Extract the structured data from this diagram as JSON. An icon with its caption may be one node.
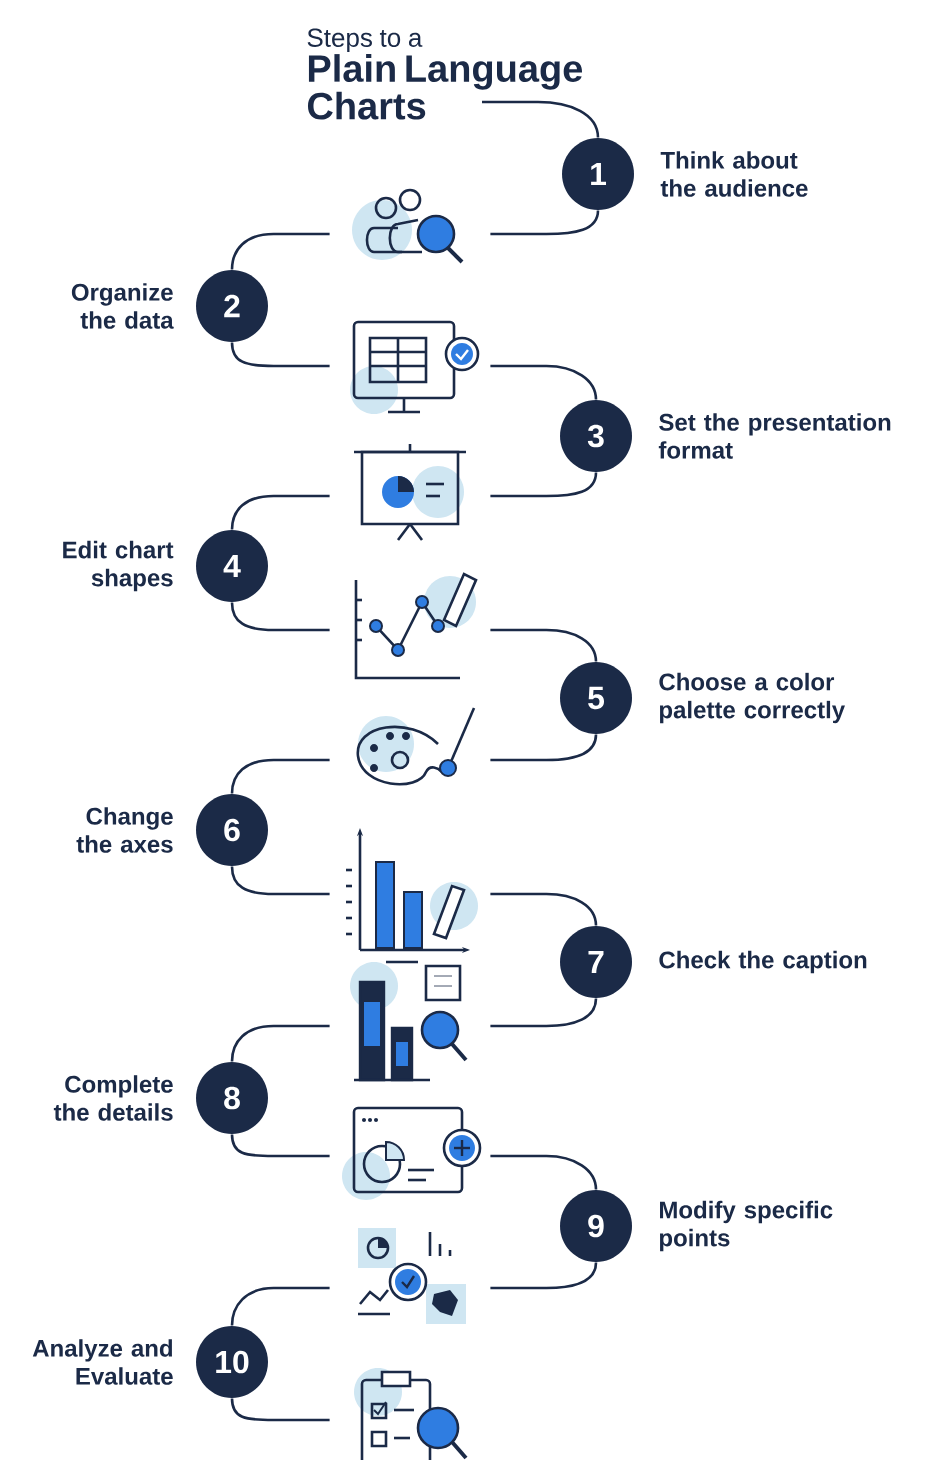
{
  "diagram": {
    "nodes": [
      {
        "text": [
          "Steps to a",
          "Plain Language Charts"
        ]
      },
      {
        "text": [
          "1"
        ],
        "beside": [
          "Think about the audience"
        ]
      },
      {
        "text": [],
        "shape": "picture"
      },
      {
        "text": [
          "2"
        ],
        "beside": [
          "Organize the data"
        ]
      },
      {
        "text": [],
        "shape": "picture"
      },
      {
        "text": [
          "3"
        ],
        "beside": [
          "Set the presentation format"
        ]
      },
      {
        "text": [],
        "shape": "picture"
      },
      {
        "text": [
          "4"
        ],
        "beside": [
          "Edit chart shapes"
        ]
      },
      {
        "text": [],
        "shape": "picture"
      },
      {
        "text": [
          "5"
        ],
        "beside": [
          "Choose a color palette correctly"
        ]
      },
      {
        "text": [],
        "shape": "picture"
      },
      {
        "text": [
          "6"
        ],
        "beside": [
          "Change the axes"
        ]
      },
      {
        "text": [],
        "shape": "picture"
      },
      {
        "text": [
          "7"
        ],
        "beside": [
          "Check the caption"
        ]
      },
      {
        "text": [],
        "shape": "picture"
      },
      {
        "text": [
          "8"
        ],
        "beside": [
          "Complete the details"
        ]
      },
      {
        "text": [],
        "shape": "picture"
      },
      {
        "text": [
          "9"
        ],
        "beside": [
          "Modify specific points"
        ]
      },
      {
        "text": [],
        "shape": "picture"
      },
      {
        "text": [
          "10"
        ],
        "beside": [
          "Analyze and Evaluate"
        ]
      },
      {
        "text": [],
        "shape": "picture"
      }
    ],
    "edges": [
      {
        "from": 0,
        "to": 1,
        "arrow": "none"
      },
      {
        "from": 1,
        "to": 2,
        "arrow": "none"
      },
      {
        "from": 2,
        "to": 3,
        "arrow": "none"
      },
      {
        "from": 3,
        "to": 4,
        "arrow": "none"
      },
      {
        "from": 4,
        "to": 5,
        "arrow": "none"
      },
      {
        "from": 5,
        "to": 6,
        "arrow": "none"
      },
      {
        "from": 6,
        "to": 7,
        "arrow": "none"
      },
      {
        "from": 7,
        "to": 8,
        "arrow": "none"
      },
      {
        "from": 8,
        "to": 9,
        "arrow": "none"
      },
      {
        "from": 9,
        "to": 10,
        "arrow": "none"
      },
      {
        "from": 10,
        "to": 11,
        "arrow": "none"
      },
      {
        "from": 11,
        "to": 12,
        "arrow": "none"
      },
      {
        "from": 12,
        "to": 13,
        "arrow": "none"
      },
      {
        "from": 13,
        "to": 14,
        "arrow": "none"
      },
      {
        "from": 14,
        "to": 15,
        "arrow": "none"
      },
      {
        "from": 15,
        "to": 16,
        "arrow": "none"
      },
      {
        "from": 16,
        "to": 17,
        "arrow": "none"
      },
      {
        "from": 17,
        "to": 18,
        "arrow": "none"
      },
      {
        "from": 18,
        "to": 19,
        "arrow": "none"
      },
      {
        "from": 19,
        "to": 20,
        "arrow": "none"
      }
    ]
  }
}
